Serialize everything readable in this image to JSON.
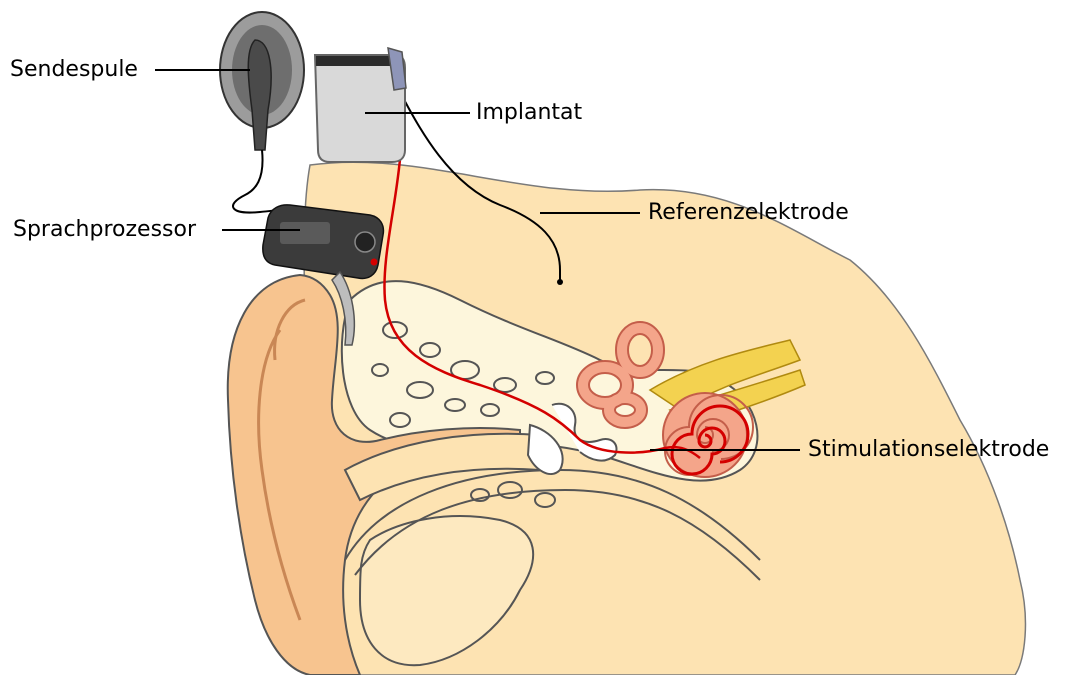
{
  "labels": {
    "sendespule": "Sendespule",
    "implantat": "Implantat",
    "sprachprozessor": "Sprachprozessor",
    "referenzelektrode": "Referenzelektrode",
    "stimulationselektrode": "Stimulationselektrode"
  },
  "colors": {
    "skin": "#f7c48f",
    "skin_dark": "#e8a26a",
    "tissue": "#fde3b2",
    "bone": "#fdf6dc",
    "cochlea": "#f4a58a",
    "nerve": "#f3d250",
    "electrode": "#d40000",
    "device_dark": "#3b3b3b",
    "implant": "#d9d9d9"
  }
}
